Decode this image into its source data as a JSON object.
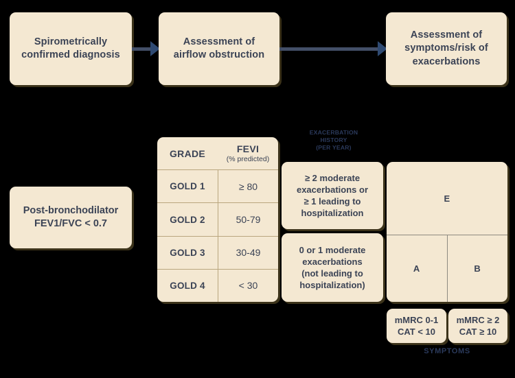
{
  "flow": {
    "steps": [
      {
        "id": "diagnosis",
        "text": "Spirometrically\nconfirmed diagnosis"
      },
      {
        "id": "airflow",
        "text": "Assessment of\nairflow obstruction"
      },
      {
        "id": "symptoms",
        "text": "Assessment of\nsymptoms/risk of\nexacerbations"
      }
    ],
    "arrow_icon": "arrow-right-icon"
  },
  "post_bronchodilator": {
    "text": "Post-bronchodilator\nFEV1/FVC < 0.7"
  },
  "grade_table": {
    "headers": {
      "grade": "GRADE",
      "fev": "FEVI",
      "fev_sub": "(% predicted)"
    },
    "rows": [
      {
        "grade": "GOLD 1",
        "value": "≥ 80"
      },
      {
        "grade": "GOLD 2",
        "value": "50-79"
      },
      {
        "grade": "GOLD 3",
        "value": "30-49"
      },
      {
        "grade": "GOLD 4",
        "value": "< 30"
      }
    ]
  },
  "exacerbations": {
    "header": "EXACERBATION\nHISTORY\n(PER YEAR)",
    "high": "≥ 2 moderate\nexacerbations or\n≥ 1 leading to\nhospitalization",
    "low": "0 or 1 moderate\nexacerbations\n(not leading to\nhospitalization)"
  },
  "abe_grid": {
    "top": "E",
    "bottom_left": "A",
    "bottom_right": "B"
  },
  "symptom_scales": {
    "low": "mMRC 0-1\nCAT < 10",
    "high": "mMRC ≥ 2\nCAT ≥ 10",
    "footer_label": "SYMPTOMS"
  },
  "colors": {
    "background": "#000000",
    "card_fill": "#f4e8d2",
    "card_shadow": "#6e5c30",
    "text": "#3b4355",
    "arrow": "#2f4a72",
    "grid_line": "#b9a67e",
    "label": "#2b3a5c"
  }
}
